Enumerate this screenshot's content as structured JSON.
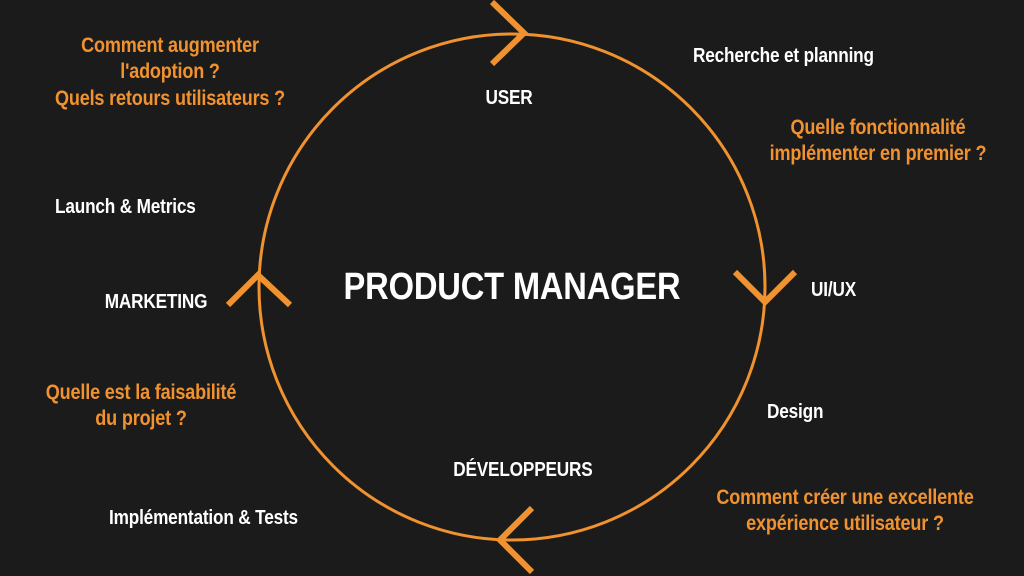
{
  "center_title": "PRODUCT MANAGER",
  "nodes": {
    "user": "USER",
    "uiux": "UI/UX",
    "developers": "DÉVELOPPEURS",
    "marketing": "MARKETING"
  },
  "steps": {
    "research": "Recherche et planning",
    "design": "Design",
    "implementation": "Implémentation & Tests",
    "launch": "Launch & Metrics"
  },
  "questions": {
    "feature": [
      "Quelle fonctionnalité",
      "implémenter en premier ?"
    ],
    "experience": [
      "Comment créer une excellente",
      "expérience utilisateur ?"
    ],
    "feasibility": [
      "Quelle est la faisabilité",
      "du projet ?"
    ],
    "adoption": [
      "Comment augmenter",
      "l'adoption ?",
      "Quels retours utilisateurs ?"
    ]
  },
  "colors": {
    "background": "#1c1b1b",
    "accent": "#f0922f",
    "text": "#ffffff"
  },
  "icons": [
    "chevron-right-icon",
    "chevron-down-icon",
    "chevron-left-icon",
    "chevron-up-icon"
  ]
}
